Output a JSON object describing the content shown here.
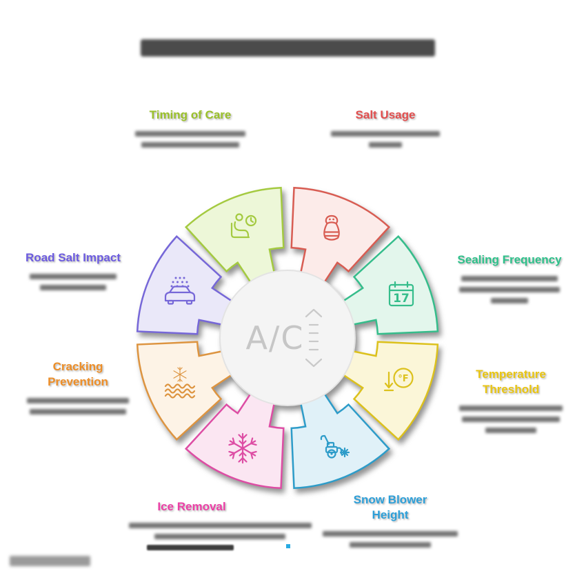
{
  "title": {
    "redacted": true
  },
  "wheel": {
    "center_label": "A/C",
    "calendar_day": "17",
    "temperature_unit": "°F",
    "segments": [
      {
        "name": "Salt Usage",
        "fill": "#fcebe9",
        "stroke": "#d85c52",
        "icon": "salt-shaker-icon"
      },
      {
        "name": "Sealing Frequency",
        "fill": "#e3f6ec",
        "stroke": "#35bd8b",
        "icon": "calendar-icon"
      },
      {
        "name": "Temperature Threshold",
        "fill": "#fbf6d8",
        "stroke": "#dcc11c",
        "icon": "fahrenheit-drop-icon"
      },
      {
        "name": "Snow Blower Height",
        "fill": "#e0f1f8",
        "stroke": "#2d9cc9",
        "icon": "snow-blower-icon"
      },
      {
        "name": "Ice Removal",
        "fill": "#fbe6f2",
        "stroke": "#dd4da4",
        "icon": "snowflake-icon"
      },
      {
        "name": "Cracking Prevention",
        "fill": "#fdf3e6",
        "stroke": "#dd9440",
        "icon": "frost-waves-icon"
      },
      {
        "name": "Road Salt Impact",
        "fill": "#eae8f9",
        "stroke": "#7667d8",
        "icon": "car-salt-icon"
      },
      {
        "name": "Timing of Care",
        "fill": "#edf7d8",
        "stroke": "#a4ca40",
        "icon": "waiting-clock-icon"
      }
    ]
  },
  "sections": {
    "timing_of_care": {
      "label": "Timing of Care",
      "color": "#9ac02a"
    },
    "salt_usage": {
      "label": "Salt Usage",
      "color": "#e14e4e"
    },
    "road_salt_impact": {
      "label": "Road Salt Impact",
      "color": "#6c5be0"
    },
    "sealing_frequency": {
      "label": "Sealing Frequency",
      "color": "#2ec08a"
    },
    "cracking_prevention": {
      "label": "Cracking Prevention",
      "color": "#ed8e28"
    },
    "temperature_threshold": {
      "label": "Temperature Threshold",
      "color": "#e9c513"
    },
    "ice_removal": {
      "label": "Ice Removal",
      "color": "#ec3fa6"
    },
    "snow_blower_height": {
      "label": "Snow Blower Height",
      "color": "#2d9fd8"
    }
  },
  "footer": {
    "dot_color": "#29abe2"
  }
}
